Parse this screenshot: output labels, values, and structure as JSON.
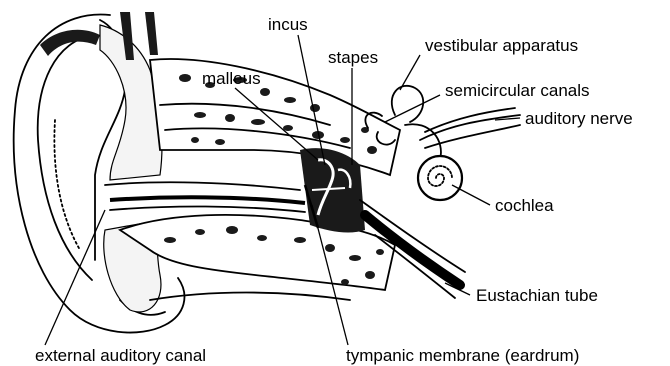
{
  "labels": {
    "incus": "incus",
    "stapes": "stapes",
    "vestibular_apparatus": "vestibular apparatus",
    "malleus": "malleus",
    "semicircular_canals": "semicircular canals",
    "auditory_nerve": "auditory nerve",
    "cochlea": "cochlea",
    "eustachian_tube": "Eustachian tube",
    "external_auditory_canal": "external auditory canal",
    "tympanic_membrane": "tympanic membrane (eardrum)"
  }
}
